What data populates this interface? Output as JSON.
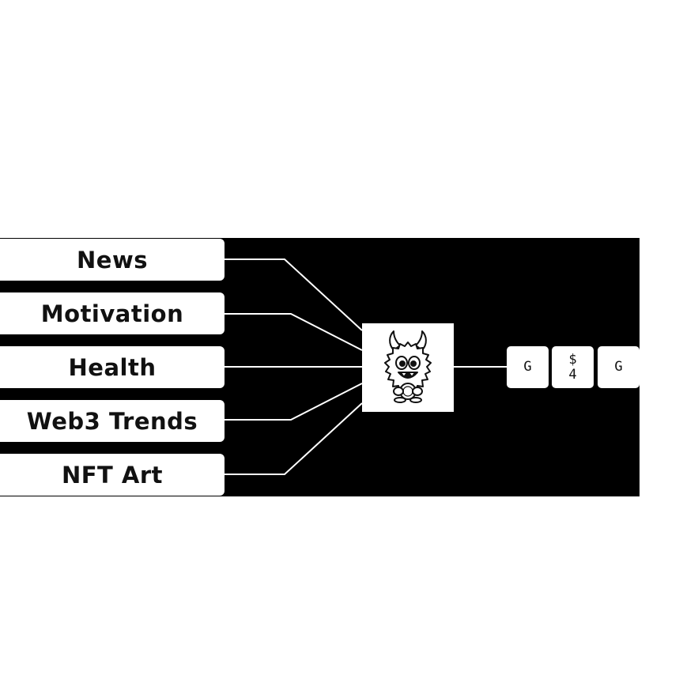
{
  "topics": [
    {
      "label": "News"
    },
    {
      "label": "Motivation"
    },
    {
      "label": "Health"
    },
    {
      "label": "Web3 Trends"
    },
    {
      "label": "NFT Art"
    }
  ],
  "hub": {
    "icon": "monster-mascot-icon"
  },
  "output_keys": [
    {
      "top": "G",
      "bottom": ""
    },
    {
      "top": "$",
      "bottom": "4"
    },
    {
      "top": "G",
      "bottom": ""
    }
  ],
  "colors": {
    "background": "#000000",
    "card": "#ffffff",
    "wire": "#ffffff"
  }
}
